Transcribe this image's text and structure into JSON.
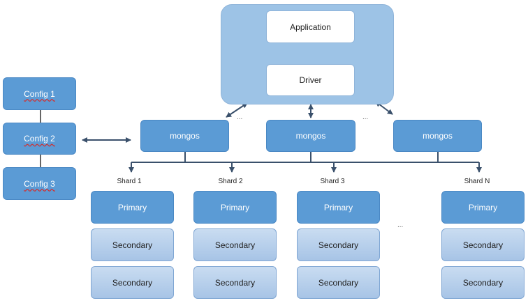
{
  "application": {
    "label": "Application"
  },
  "driver": {
    "label": "Driver"
  },
  "mongos": [
    "mongos",
    "mongos",
    "mongos"
  ],
  "configs": [
    "Config 1",
    "Config 2",
    "Config 3"
  ],
  "shards": [
    {
      "label": "Shard  1",
      "primary": "Primary",
      "secondaries": [
        "Secondary",
        "Secondary"
      ]
    },
    {
      "label": "Shard  2",
      "primary": "Primary",
      "secondaries": [
        "Secondary",
        "Secondary"
      ]
    },
    {
      "label": "Shard  3",
      "primary": "Primary",
      "secondaries": [
        "Secondary",
        "Secondary"
      ]
    },
    {
      "label": "Shard  N",
      "primary": "Primary",
      "secondaries": [
        "Secondary",
        "Secondary"
      ]
    }
  ],
  "ellipsis": [
    "...",
    "...",
    "..."
  ],
  "colors": {
    "container": "#9dc3e6",
    "node": "#5b9bd5",
    "secondary": "#a7c4e6",
    "arrow": "#3a506b"
  }
}
